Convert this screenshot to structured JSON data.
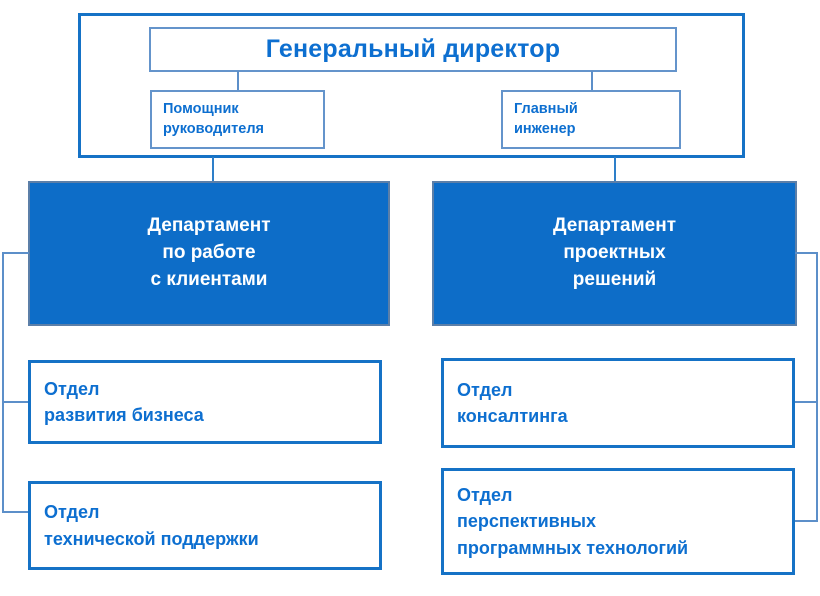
{
  "chart": {
    "type": "org-chart",
    "title": "",
    "accent_color": "#1572C6",
    "fill_color": "#0D6DC8",
    "text_color": "#0D6FD0",
    "inverse_text_color": "#FFFFFF",
    "line_color": "#5C8FC9"
  },
  "top": {
    "ceo": "Генеральный директор",
    "assistant": "Помощник\nруководителя",
    "assistant_line1": "Помощник",
    "assistant_line2": "руководителя",
    "chief_engineer_line1": "Главный",
    "chief_engineer_line2": "инженер"
  },
  "departments": [
    {
      "id": "customer-relations",
      "line1": "Департамент",
      "line2": "по работе",
      "line3": "с клиентами",
      "units": [
        {
          "id": "business-development",
          "line1": "Отдел",
          "line2": "развития  бизнеса"
        },
        {
          "id": "technical-support",
          "line1": "Отдел",
          "line2": "технической  поддержки"
        }
      ]
    },
    {
      "id": "design-solutions",
      "line1": "Департамент",
      "line2": "проектных",
      "line3": "решений",
      "units": [
        {
          "id": "consulting",
          "line1": "Отдел",
          "line2": "консалтинга"
        },
        {
          "id": "advanced-software-technologies",
          "line1": "Отдел",
          "line2": "перспективных",
          "line3": "программных технологий"
        }
      ]
    }
  ]
}
